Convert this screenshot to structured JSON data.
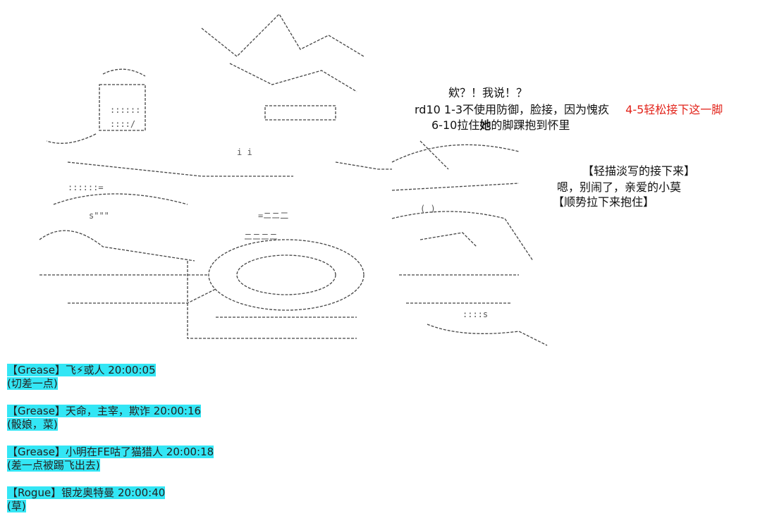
{
  "dialog": {
    "line1": "欸？！我说！？",
    "line2_prefix": "rd10 1-3不使用防御，脸接，因为愧疚",
    "line2_red": "4-5轻松接下这一脚",
    "line3_prefix": "6-10拉住",
    "line3_bold": "她",
    "line3_suffix": "的脚踝抱到怀里",
    "line4": "【轻描淡写的接下来】",
    "line5": "嗯，别闹了，亲爱的小莫",
    "line6": "【顺势拉下来抱住】"
  },
  "log": [
    {
      "header_pre": "【Grease】飞",
      "bolt": "⚡",
      "header_post": "或人 20:00:05",
      "body": "(切差一点)"
    },
    {
      "header_pre": "【Grease】天命，主宰，欺诈 20:00:16",
      "bolt": "",
      "header_post": "",
      "body": "(骰娘，菜)"
    },
    {
      "header_pre": "【Grease】小明在FE咕了猫猎人 20:00:18",
      "bolt": "",
      "header_post": "",
      "body": "(差一点被踢飞出去)"
    },
    {
      "header_pre": "【Rogue】银龙奥特曼 20:00:40",
      "bolt": "",
      "header_post": "",
      "body": "(草)"
    }
  ]
}
